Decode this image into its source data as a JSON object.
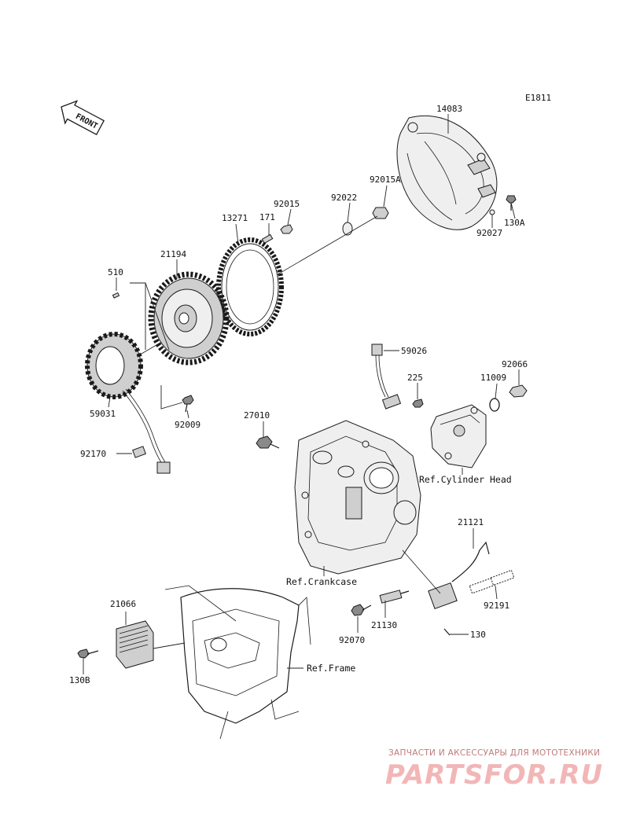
{
  "diagram_code": "E1811",
  "front_arrow_text": "FRONT",
  "parts": {
    "p14083": "14083",
    "p92015A": "92015A",
    "p92022": "92022",
    "p92015": "92015",
    "p171": "171",
    "p13271": "13271",
    "p130A": "130A",
    "p92027": "92027",
    "p21194": "21194",
    "p510": "510",
    "p59031": "59031",
    "p92009": "92009",
    "p92170": "92170",
    "p59026": "59026",
    "p225": "225",
    "p92066": "92066",
    "p11009": "11009",
    "p27010": "27010",
    "p21121": "21121",
    "p92191": "92191",
    "p21130": "21130",
    "p92070": "92070",
    "p130": "130",
    "p21066": "21066",
    "p130B": "130B"
  },
  "refs": {
    "cylinder_head": "Ref.Cylinder Head",
    "crankcase": "Ref.Crankcase",
    "frame": "Ref.Frame"
  },
  "watermark": {
    "tagline": "ЗАПЧАСТИ И АКСЕССУАРЫ ДЛЯ МОТОТЕХНИКИ",
    "logo": "PARTSFOR.RU",
    "color": "#e88a8a"
  }
}
